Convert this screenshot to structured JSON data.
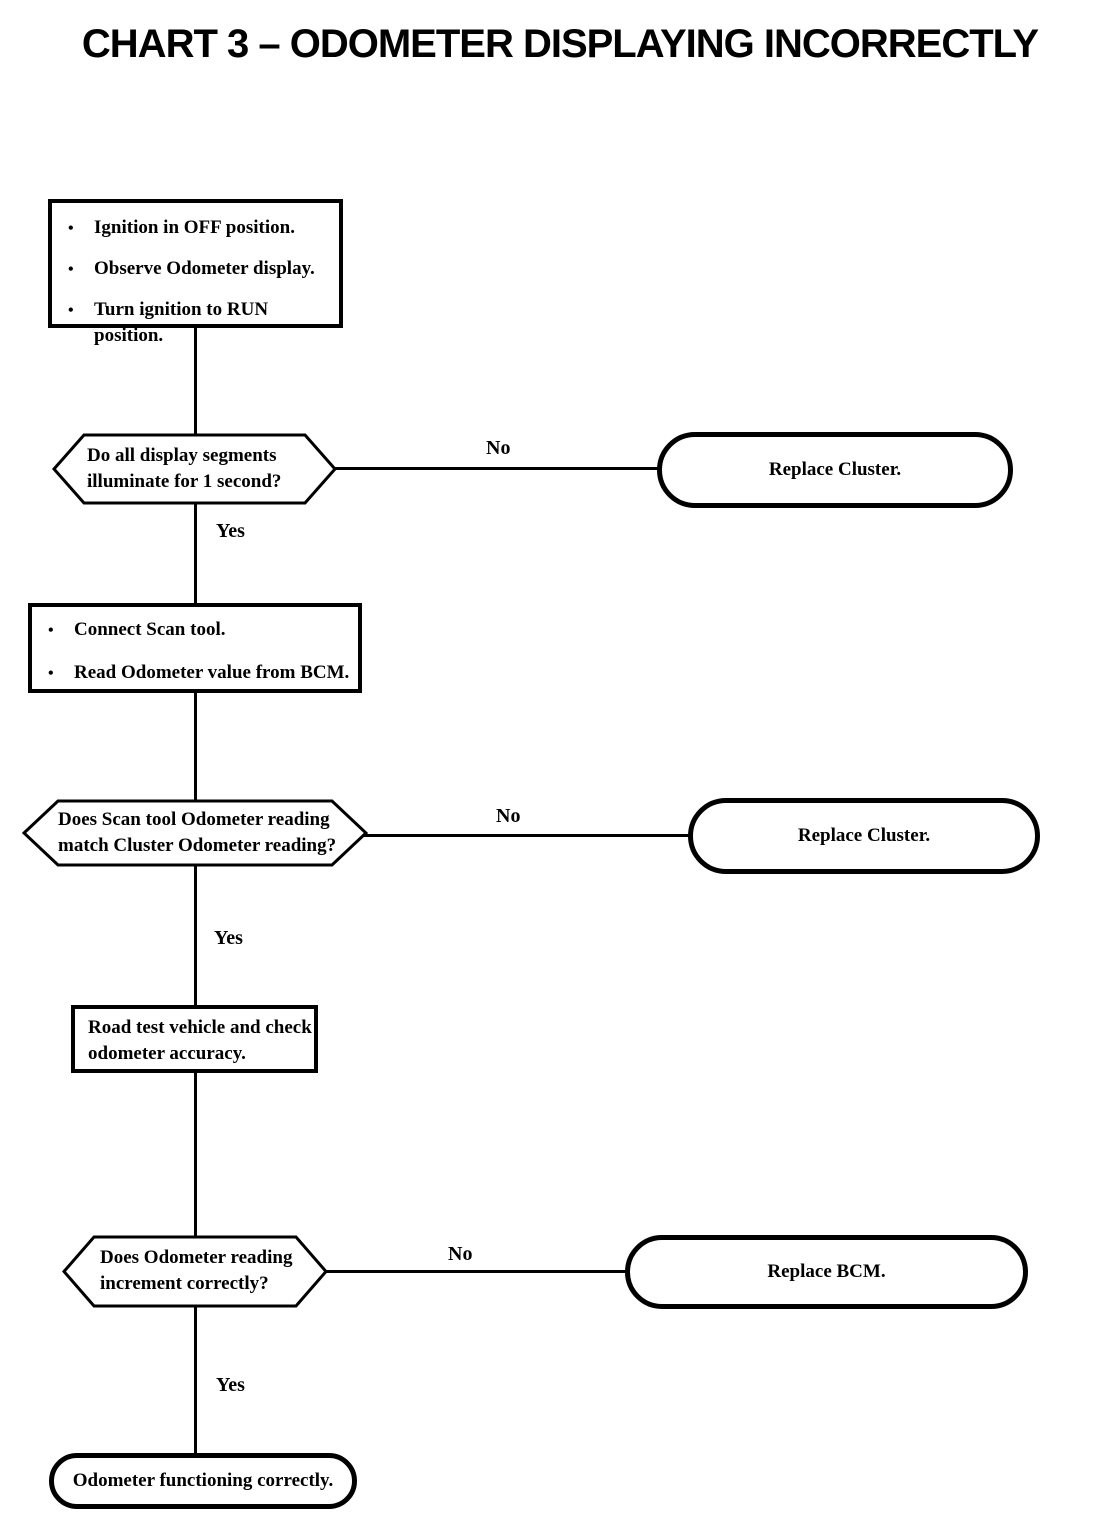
{
  "page": {
    "background": "#ffffff",
    "ink": "#000000"
  },
  "title": "CHART 3 – ODOMETER DISPLAYING INCORRECTLY",
  "glyphs": {
    "bullet": "•"
  },
  "flow": {
    "step1": {
      "bullets": [
        "Ignition in OFF position.",
        "Observe Odometer display.",
        "Turn ignition to RUN position."
      ]
    },
    "decision1": {
      "line1": "Do all display segments",
      "line2": "illuminate for 1 second?",
      "no": "No",
      "yes": "Yes"
    },
    "result1": {
      "label": "Replace Cluster."
    },
    "step2": {
      "bullets": [
        "Connect Scan tool.",
        "Read Odometer value from BCM."
      ]
    },
    "decision2": {
      "line1": "Does Scan tool Odometer reading",
      "line2": "match Cluster Odometer reading?",
      "no": "No",
      "yes": "Yes"
    },
    "result2": {
      "label": "Replace Cluster."
    },
    "step3": {
      "line1": "Road test vehicle and check",
      "line2": "odometer accuracy."
    },
    "decision3": {
      "line1": "Does Odometer reading",
      "line2": "increment correctly?",
      "no": "No",
      "yes": "Yes"
    },
    "result3": {
      "label": "Replace BCM."
    },
    "end": {
      "label": "Odometer functioning correctly."
    }
  }
}
